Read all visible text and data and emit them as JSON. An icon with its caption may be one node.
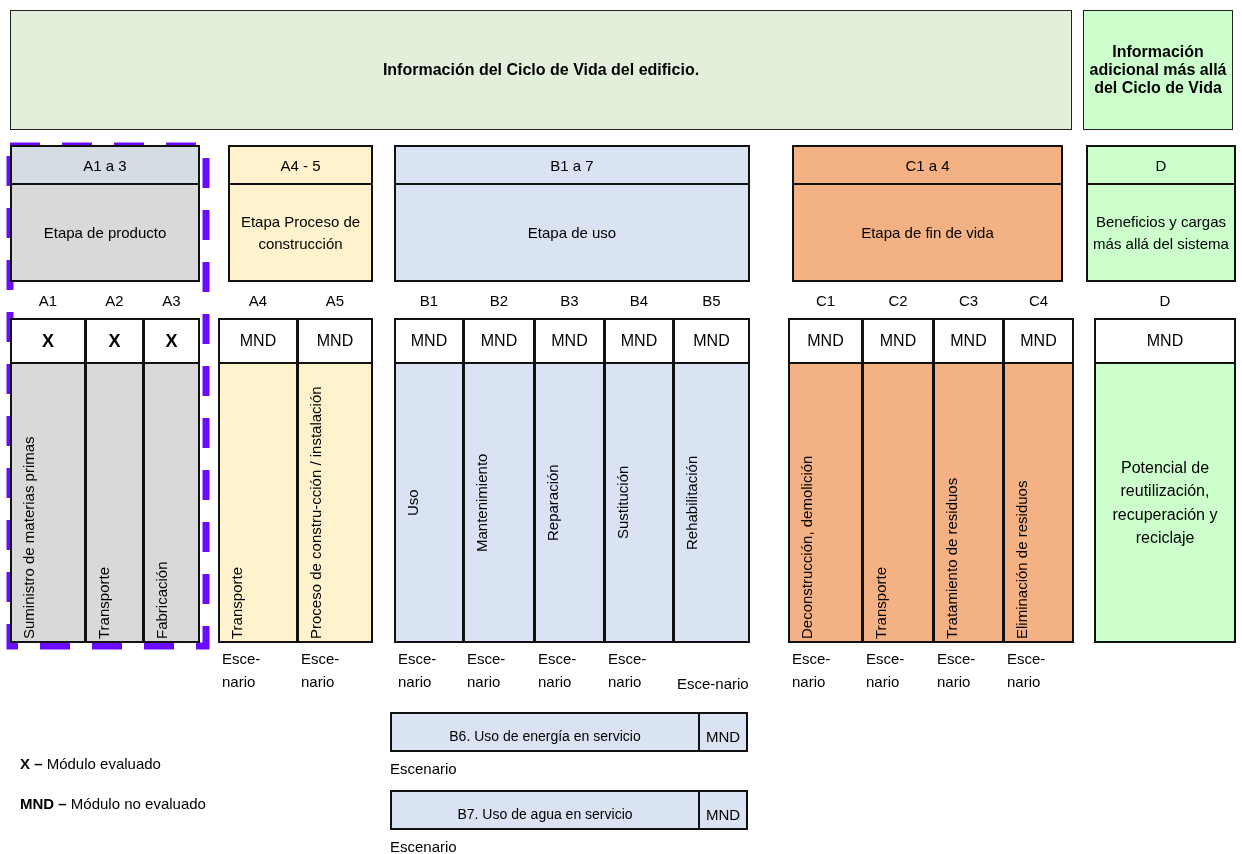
{
  "diagram": {
    "nodes": [
      {
        "text": [
          "Información del Ciclo de Vida del edificio."
        ]
      },
      {
        "text": [
          "Información adicional más allá del Ciclo de Vida"
        ]
      },
      {
        "text": [],
        "shape": "box"
      },
      {
        "text": [
          "A1 a 3",
          "Etapa de producto"
        ],
        "in": 2
      },
      {
        "text": [
          "A4 - 5",
          "Etapa Proceso de construcción"
        ]
      },
      {
        "text": [
          "B1 a 7",
          "Etapa de uso"
        ]
      },
      {
        "text": [
          "C1 a 4",
          "Etapa de fin de vida"
        ]
      },
      {
        "text": [
          "D",
          "Beneficios y cargas más allá del sistema"
        ]
      },
      {
        "text": [
          "X",
          "Suministro de materias primas"
        ],
        "beside": [
          "A1"
        ],
        "in": 2
      },
      {
        "text": [
          "X",
          "Transporte"
        ],
        "beside": [
          "A2"
        ],
        "in": 2
      },
      {
        "text": [
          "X",
          "Fabricación"
        ],
        "beside": [
          "A3"
        ],
        "in": 2
      },
      {
        "text": [
          "MND",
          "Transporte"
        ],
        "beside": [
          "A4",
          "Esce- nario"
        ]
      },
      {
        "text": [
          "MND",
          "Proceso de constru-cción / instalación"
        ],
        "beside": [
          "A5",
          "Esce- nario"
        ]
      },
      {
        "text": [
          "MND",
          "Uso"
        ],
        "beside": [
          "B1",
          "Esce- nario"
        ]
      },
      {
        "text": [
          "MND",
          "Mantenimiento"
        ],
        "beside": [
          "B2",
          "Esce- nario"
        ]
      },
      {
        "text": [
          "MND",
          "Reparación"
        ],
        "beside": [
          "B3",
          "Esce- nario"
        ]
      },
      {
        "text": [
          "MND",
          "Sustitución"
        ],
        "beside": [
          "B4",
          "Esce- nario"
        ]
      },
      {
        "text": [
          "MND",
          "Rehabilitación"
        ],
        "beside": [
          "B5",
          "Esce-nario"
        ]
      },
      {
        "text": [
          "MND",
          "Deconstrucción, demolición"
        ],
        "beside": [
          "C1",
          "Esce- nario"
        ]
      },
      {
        "text": [
          "MND",
          "Transporte"
        ],
        "beside": [
          "C2",
          "Esce- nario"
        ]
      },
      {
        "text": [
          "MND",
          "Tratamiento de residuos"
        ],
        "beside": [
          "C3",
          "Esce- nario"
        ]
      },
      {
        "text": [
          "MND",
          "Eliminación de residuos"
        ],
        "beside": [
          "C4",
          "Esce- nario"
        ]
      },
      {
        "text": [
          "MND",
          "Potencial de reutilización, recuperación y reciclaje"
        ],
        "beside": [
          "D"
        ]
      },
      {
        "text": [
          "B6. Uso de energía en servicio",
          "MND"
        ],
        "beside": [
          "Escenario"
        ]
      },
      {
        "text": [
          "B7. Uso de agua en servicio",
          "MND"
        ],
        "beside": [
          "Escenario"
        ]
      }
    ],
    "labels": [
      "**X –** Módulo evaluado",
      "**MND –** Módulo no evaluado"
    ]
  }
}
